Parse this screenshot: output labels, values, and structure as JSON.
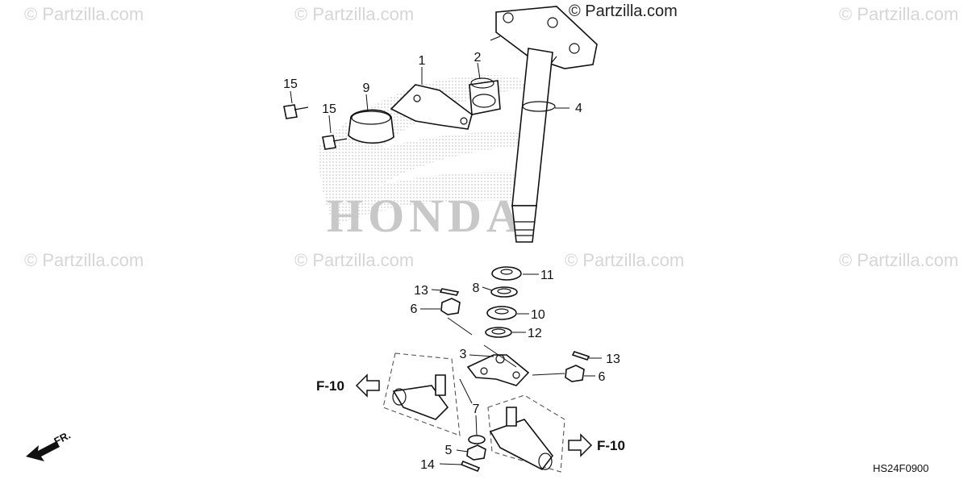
{
  "watermarks": [
    "© Partzilla.com",
    "© Partzilla.com",
    "© Partzilla.com",
    "© Partzilla.com",
    "© Partzilla.com",
    "© Partzilla.com",
    "© Partzilla.com",
    "© Partzilla.com"
  ],
  "brand_mark": "HONDA",
  "callouts": {
    "p1": "1",
    "p2": "2",
    "p3": "3",
    "p4": "4",
    "p5": "5",
    "p6a": "6",
    "p6b": "6",
    "p7": "7",
    "p8": "8",
    "p9": "9",
    "p10": "10",
    "p11": "11",
    "p12": "12",
    "p13a": "13",
    "p13b": "13",
    "p14": "14",
    "p15a": "15",
    "p15b": "15"
  },
  "references": {
    "left": "F-10",
    "right": "F-10"
  },
  "direction_label": "FR.",
  "diagram_code": "HS24F0900"
}
